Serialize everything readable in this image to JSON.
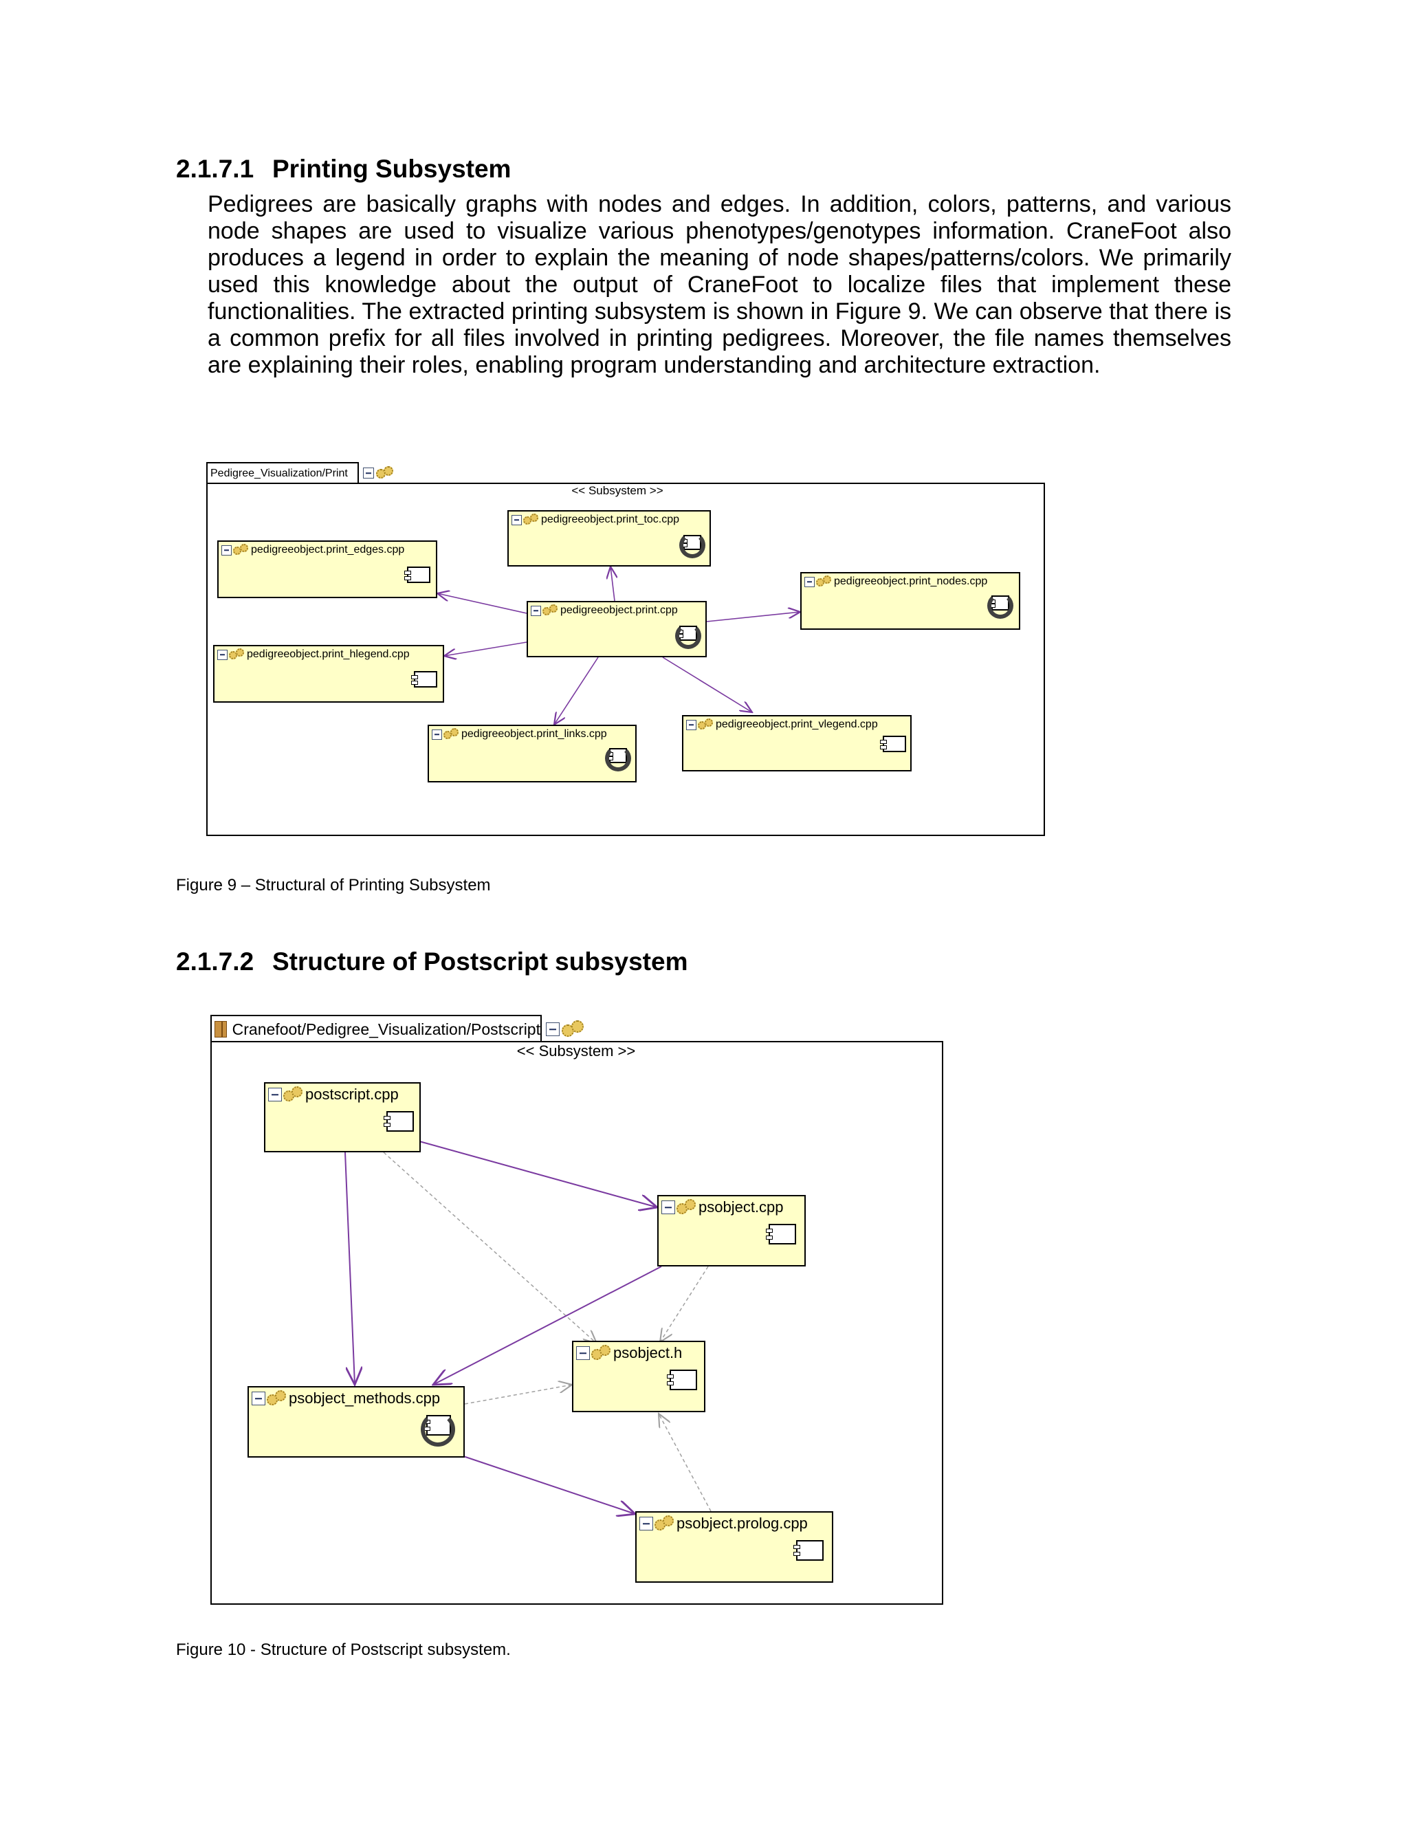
{
  "section1": {
    "number": "2.1.7.1",
    "title": "Printing Subsystem",
    "paragraph": "Pedigrees are basically graphs with nodes and edges. In addition, colors, patterns, and various node shapes are used to visualize various phenotypes/genotypes information. CraneFoot also produces a legend in order to explain the meaning of node shapes/patterns/colors. We primarily used this knowledge about the output of CraneFoot to localize files that implement these functionalities. The extracted printing subsystem is shown in Figure 9. We can observe that there is a common prefix for all files involved in printing pedigrees. Moreover, the file names themselves are explaining their roles, enabling program understanding and architecture extraction."
  },
  "figure9": {
    "package_tab": "Pedigree_Visualization/Print",
    "stereotype": "<< Subsystem >>",
    "nodes": {
      "print_toc": "pedigreeobject.print_toc.cpp",
      "print_edges": "pedigreeobject.print_edges.cpp",
      "print_nodes": "pedigreeobject.print_nodes.cpp",
      "print": "pedigreeobject.print.cpp",
      "print_hlegend": "pedigreeobject.print_hlegend.cpp",
      "print_vlegend": "pedigreeobject.print_vlegend.cpp",
      "print_links": "pedigreeobject.print_links.cpp"
    },
    "caption": "Figure 9 – Structural of Printing Subsystem"
  },
  "section2": {
    "number": "2.1.7.2",
    "title": "Structure of Postscript subsystem"
  },
  "figure10": {
    "package_tab": "Cranefoot/Pedigree_Visualization/Postscript",
    "stereotype": "<< Subsystem >>",
    "nodes": {
      "postscript": "postscript.cpp",
      "psobject": "psobject.cpp",
      "psobject_h": "psobject.h",
      "psobject_methods": "psobject_methods.cpp",
      "psobject_prolog": "psobject.prolog.cpp"
    },
    "caption": "Figure 10 - Structure of Postscript subsystem."
  },
  "colors": {
    "node_fill": "#ffffc8",
    "dependency_edge": "#7a3aa0",
    "dotted_edge": "#a0a0a0"
  }
}
